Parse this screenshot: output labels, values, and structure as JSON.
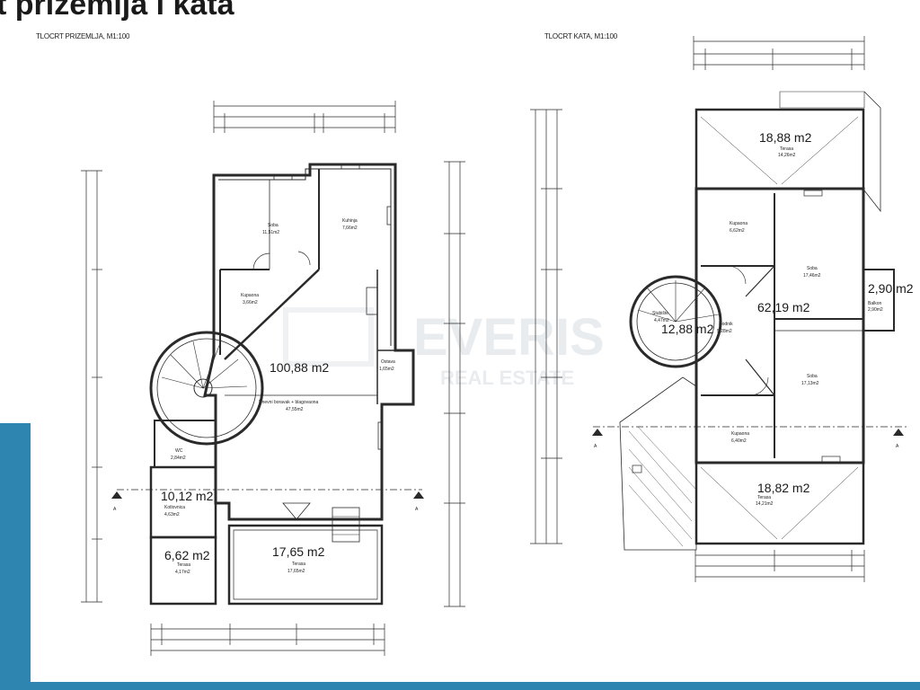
{
  "slide": {
    "title": "t prizemlja i kata"
  },
  "ground_floor": {
    "label": "TLOCRT PRIZEMLJA, M1:100",
    "rooms": [
      {
        "name": "Soba",
        "area": "11,51m2"
      },
      {
        "name": "Kuhinja",
        "area": "7,66m2"
      },
      {
        "name": "Kupaona",
        "area": "3,66m2"
      },
      {
        "name": "Dnevni boravak + blagovaona",
        "area": "47,55m2"
      },
      {
        "name": "WC",
        "area": "2,84m2"
      },
      {
        "name": "Kotlovnica",
        "area": "4,63m2"
      },
      {
        "name": "Terasa",
        "area": "4,17m2"
      },
      {
        "name": "Terasa",
        "area": "17,65m2"
      },
      {
        "name": "Ostava",
        "area": "1,65m2"
      }
    ],
    "area_labels": [
      "100,88 m2",
      "10,12 m2",
      "6,62 m2",
      "17,65 m2"
    ],
    "section_marker": "A"
  },
  "first_floor": {
    "label": "TLOCRT KATA, M1:100",
    "rooms": [
      {
        "name": "Terasa",
        "area": "14,26m2"
      },
      {
        "name": "Kupaona",
        "area": "6,62m2"
      },
      {
        "name": "Soba",
        "area": "17,46m2"
      },
      {
        "name": "Balkon",
        "area": "2,90m2"
      },
      {
        "name": "Stubište",
        "area": "4,47m2"
      },
      {
        "name": "Hodnik",
        "area": "5,28m2"
      },
      {
        "name": "Soba",
        "area": "17,13m2"
      },
      {
        "name": "Kupaona",
        "area": "6,40m2"
      },
      {
        "name": "Terasa",
        "area": "14,21m2"
      }
    ],
    "area_labels": [
      "18,88 m2",
      "62,19 m2",
      "2,90 m2",
      "12,88 m2",
      "18,82 m2"
    ],
    "section_marker": "A"
  },
  "watermark": {
    "brand": "EVERIS",
    "sub": "REAL ESTATE"
  },
  "colors": {
    "accent_blue": "#2e86b0",
    "line": "#2a2a2a"
  }
}
